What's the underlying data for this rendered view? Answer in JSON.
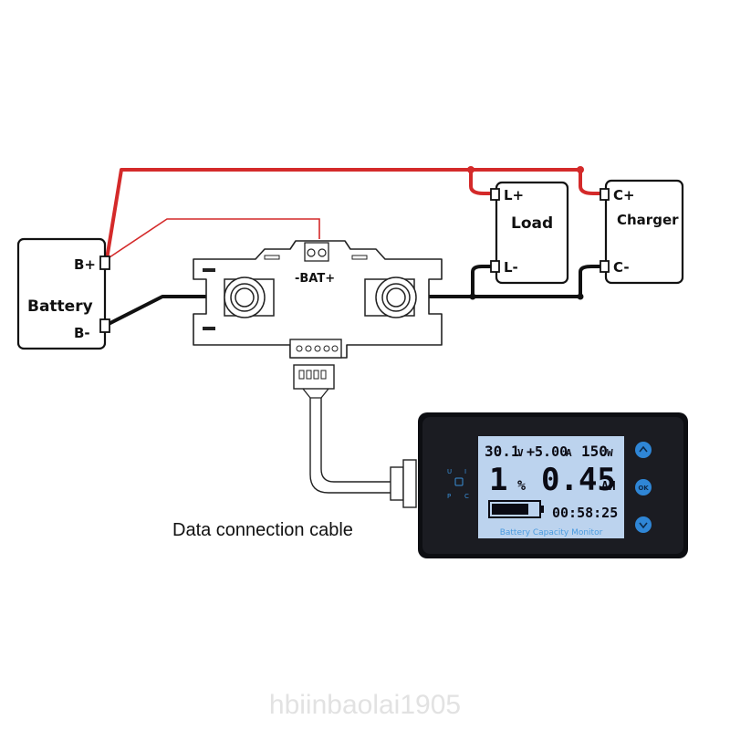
{
  "battery": {
    "label": "Battery",
    "pos_terminal": "B+",
    "neg_terminal": "B-"
  },
  "load": {
    "label": "Load",
    "pos_terminal": "L+",
    "neg_terminal": "L-"
  },
  "charger": {
    "label": "Charger",
    "pos_terminal": "C+",
    "neg_terminal": "C-"
  },
  "shunt": {
    "label": "-BAT+"
  },
  "display": {
    "voltage": "30.1",
    "voltage_unit": "V",
    "current": "+5.00",
    "current_unit": "A",
    "power": "150",
    "power_unit": "W",
    "percent": "1",
    "percent_unit": "%",
    "capacity": "0.45",
    "capacity_unit": "AH",
    "time": "00:58:25",
    "battery_level": 0.8,
    "banner": "Battery Capacity Monitor",
    "ok_label": "OK"
  },
  "caption": "Data connection cable",
  "watermark": "hbiinbaolai1905",
  "colors": {
    "positive_wire": "#d42a2a",
    "negative_wire": "#111111",
    "lcd_bg": "#bcd3ee",
    "button": "#2f86d6"
  }
}
